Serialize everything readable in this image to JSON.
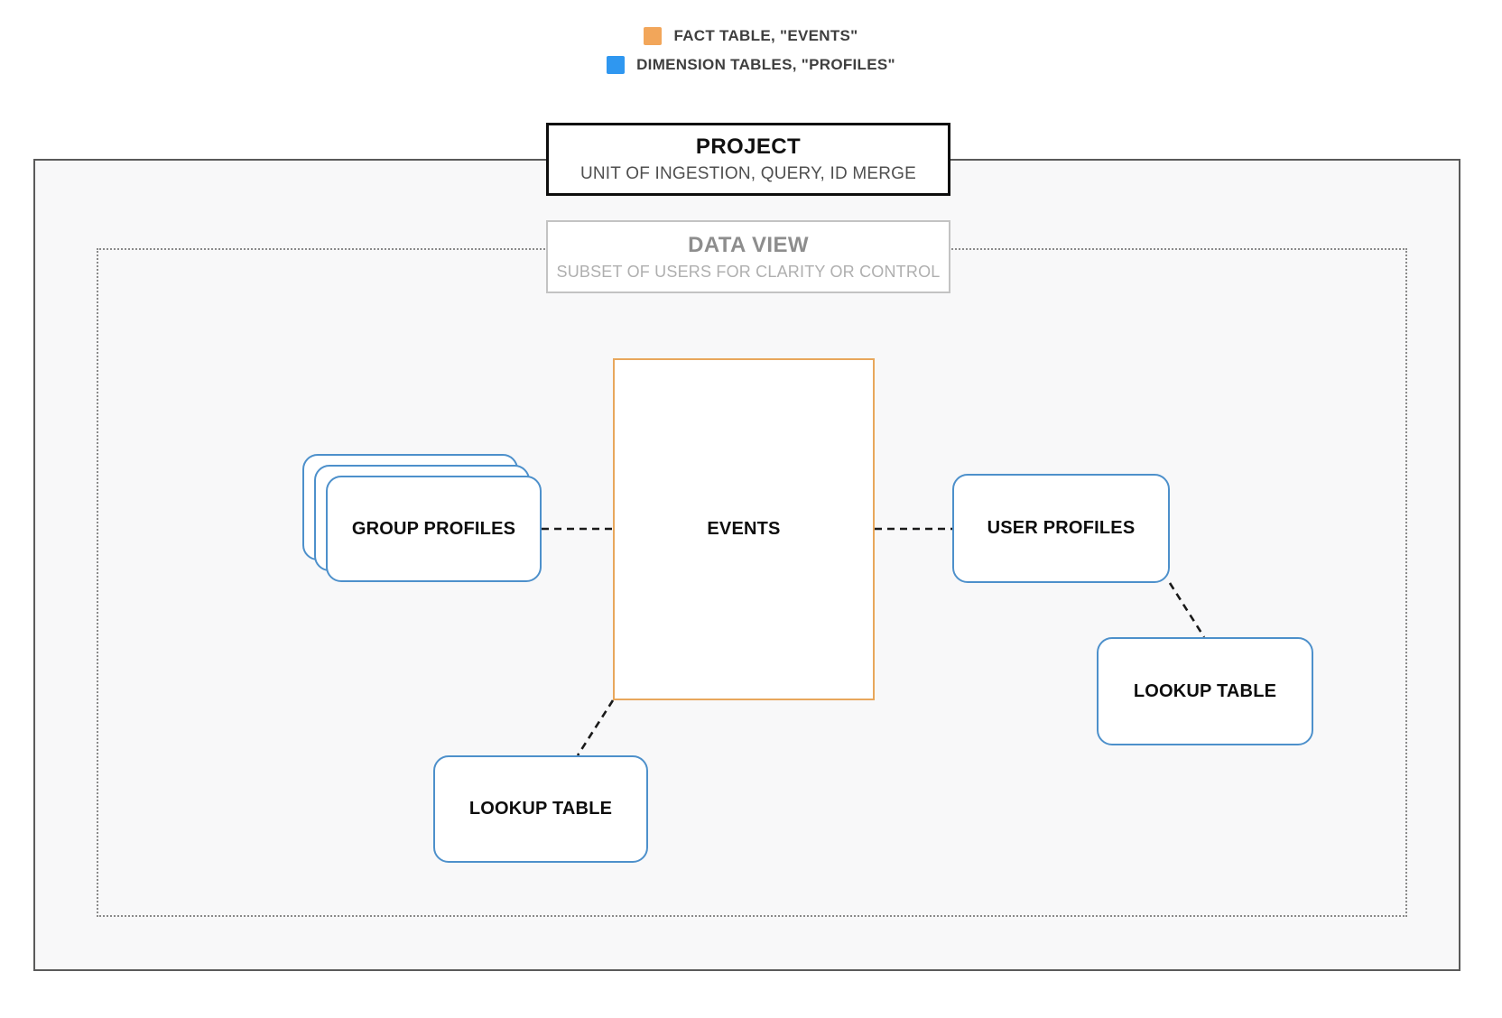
{
  "legend": {
    "items": [
      {
        "icon": "fact-table-swatch",
        "color": "#F2A65A",
        "label": "FACT TABLE, \"EVENTS\""
      },
      {
        "icon": "dimension-table-swatch",
        "color": "#2F97F0",
        "label": "DIMENSION TABLES, \"PROFILES\""
      }
    ]
  },
  "project": {
    "title": "PROJECT",
    "subtitle": "UNIT OF INGESTION, QUERY, ID MERGE"
  },
  "data_view": {
    "title": "DATA VIEW",
    "subtitle": "SUBSET OF USERS FOR CLARITY OR CONTROL"
  },
  "nodes": {
    "events": {
      "label": "EVENTS",
      "type": "fact",
      "border_color": "#E8A75C"
    },
    "group_profiles": {
      "label": "GROUP PROFILES",
      "type": "dimension",
      "stacked": true,
      "border_color": "#4D90CB"
    },
    "user_profiles": {
      "label": "USER PROFILES",
      "type": "dimension",
      "border_color": "#4D90CB"
    },
    "lookup_table_bottom": {
      "label": "LOOKUP TABLE",
      "type": "dimension",
      "border_color": "#4D90CB"
    },
    "lookup_table_right": {
      "label": "LOOKUP TABLE",
      "type": "dimension",
      "border_color": "#4D90CB"
    }
  },
  "edges": [
    {
      "from": "group_profiles",
      "to": "events",
      "style": "dashed"
    },
    {
      "from": "events",
      "to": "user_profiles",
      "style": "dashed"
    },
    {
      "from": "user_profiles",
      "to": "lookup_table_right",
      "style": "dashed"
    },
    {
      "from": "events",
      "to": "lookup_table_bottom",
      "style": "dashed"
    }
  ],
  "colors": {
    "fact_accent": "#F2A65A",
    "dimension_accent": "#2F97F0",
    "dimension_border": "#4D90CB",
    "fact_border": "#E8A75C",
    "outer_border": "#5A5A5A",
    "dotted_border": "#8A8A8A",
    "container_fill": "#F8F8F9",
    "connector": "#1A1A1A"
  }
}
